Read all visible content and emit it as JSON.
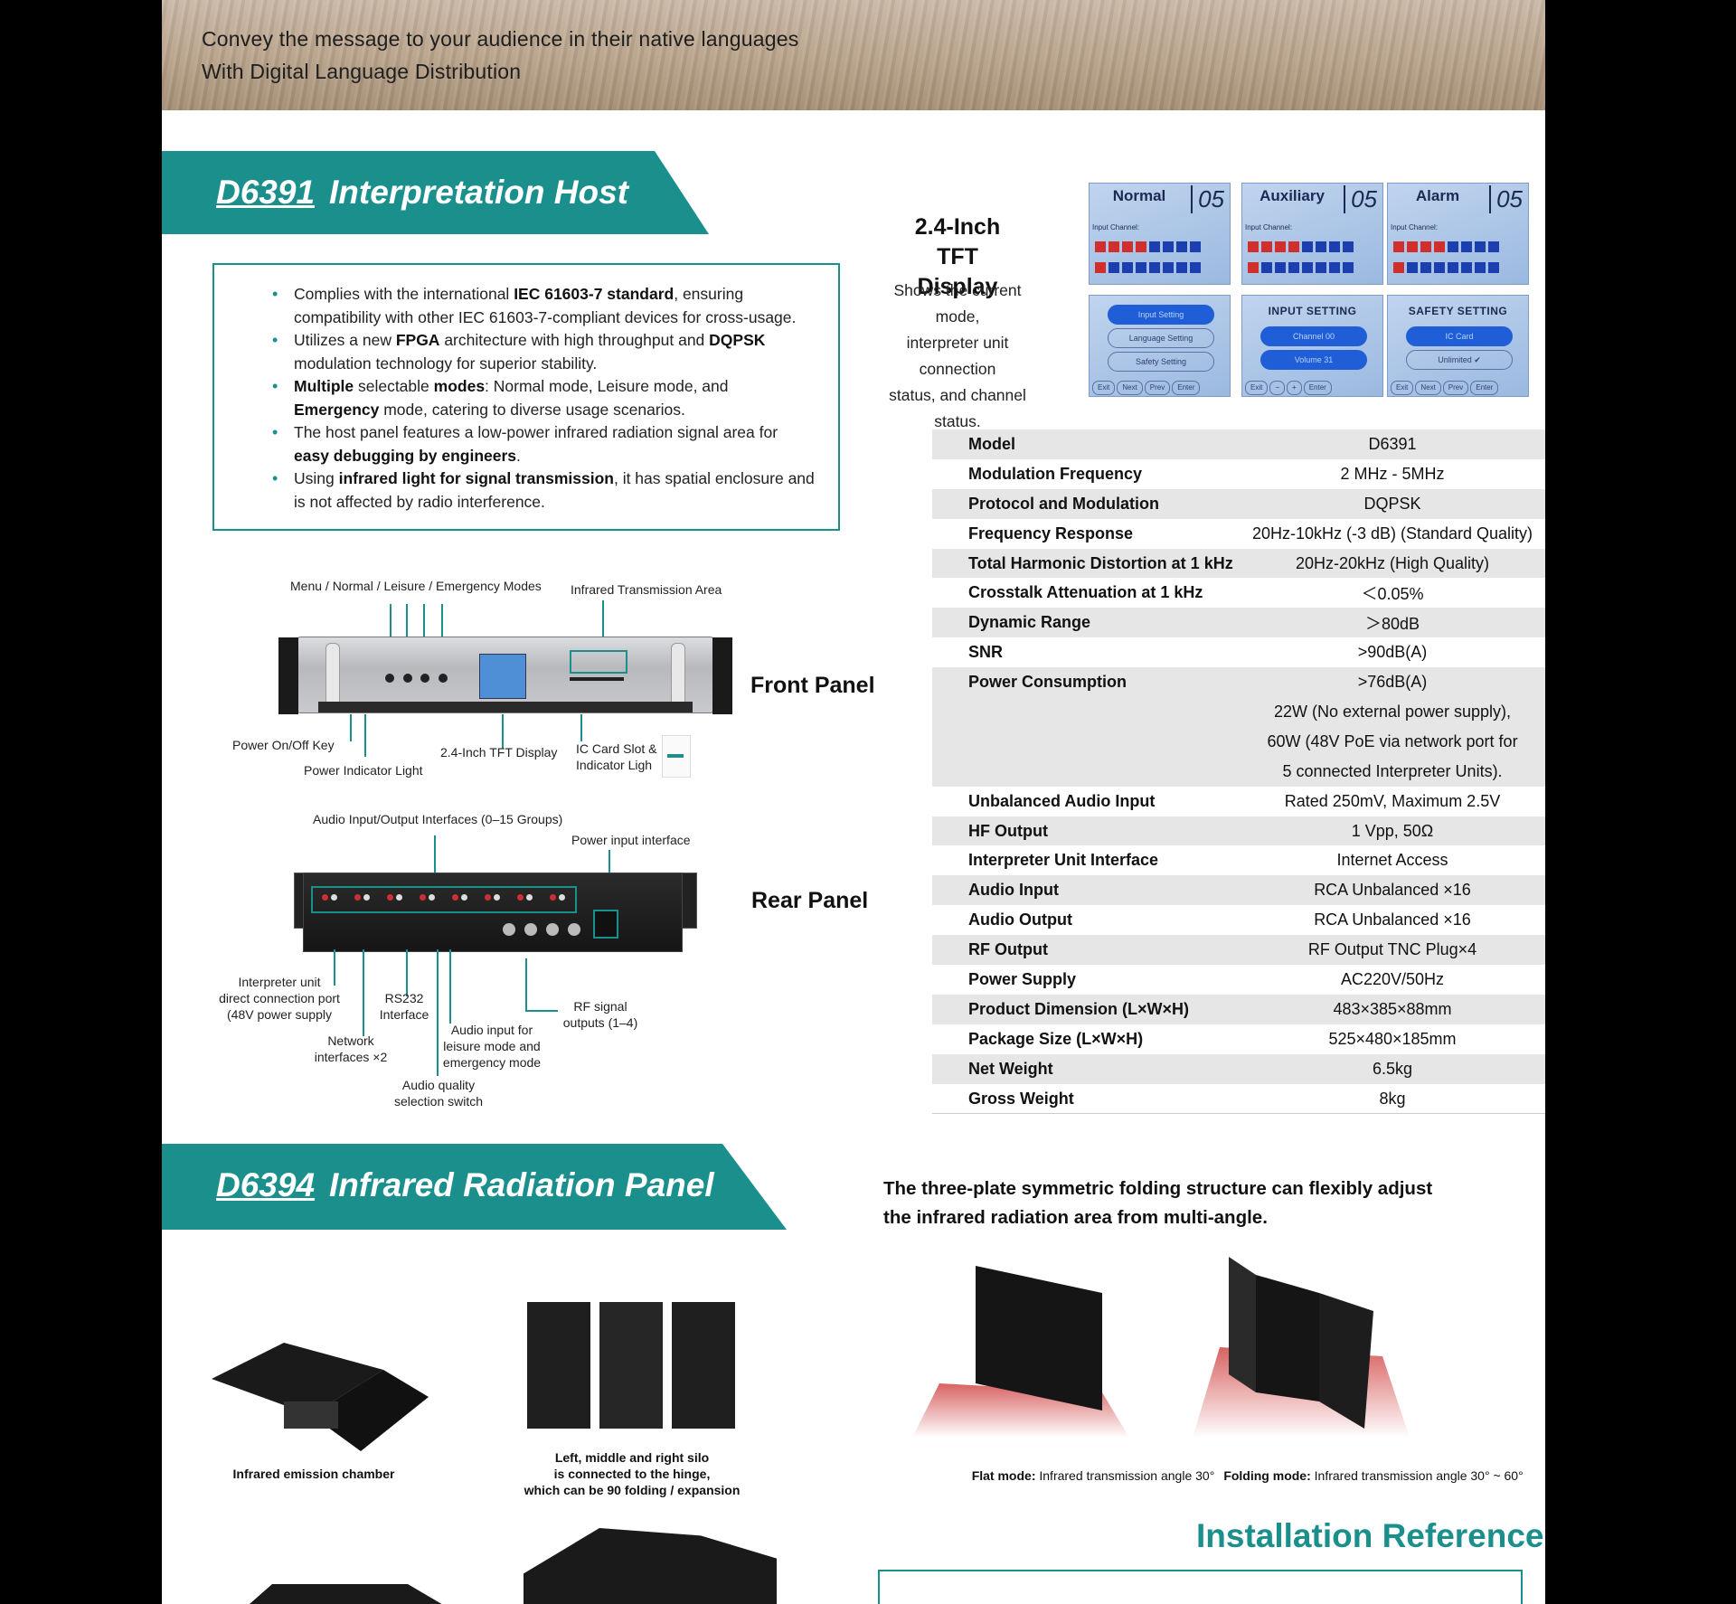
{
  "banner": {
    "line1": "Convey the message to your audience in their native languages",
    "line2": "With Digital Language Distribution"
  },
  "host": {
    "model": "D6391",
    "title": "Interpretation Host",
    "features": [
      {
        "pre": "Complies with the international ",
        "bold": "IEC 61603-7 standard",
        "post": ", ensuring compatibility with other IEC 61603-7-compliant devices for cross-usage."
      },
      {
        "pre": "Utilizes a new ",
        "bold": "FPGA",
        "mid": " architecture with high throughput and ",
        "bold2": "DQPSK",
        "post": " modulation technology for superior stability."
      },
      {
        "pre": "",
        "bold": "Multiple",
        "mid": " selectable ",
        "bold2": "modes",
        "post": ": Normal mode, Leisure mode, and ",
        "bold3": "Emergency",
        "post2": " mode, catering to diverse usage scenarios."
      },
      {
        "pre": "The host panel features a low-power infrared radiation signal area for ",
        "bold": "easy debugging by engineers",
        "post": "."
      },
      {
        "pre": "Using ",
        "bold": "infrared light for signal transmission",
        "post": ", it has spatial enclosure and is not affected by radio interference."
      }
    ],
    "front_panel": {
      "title": "Front Panel",
      "labels": {
        "modes": "Menu / Normal / Leisure / Emergency Modes",
        "infrared_area": "Infrared Transmission Area",
        "power_key": "Power On/Off Key",
        "power_light": "Power Indicator Light",
        "tft": "2.4-Inch TFT Display",
        "ic_card_1": "IC Card Slot &",
        "ic_card_2": "Indicator Ligh"
      }
    },
    "rear_panel": {
      "title": "Rear Panel",
      "labels": {
        "audio_io": "Audio Input/Output Interfaces (0–15 Groups)",
        "power_input": "Power input interface",
        "interpreter_port_1": "Interpreter unit",
        "interpreter_port_2": "direct connection port",
        "interpreter_port_3": "(48V power supply",
        "rs232_1": "RS232",
        "rs232_2": "Interface",
        "network_1": "Network",
        "network_2": "interfaces ×2",
        "audio_leisure_1": "Audio input for",
        "audio_leisure_2": "leisure mode and",
        "audio_leisure_3": "emergency mode",
        "audio_quality_1": "Audio quality",
        "audio_quality_2": "selection switch",
        "rf_1": "RF signal",
        "rf_2": "outputs (1–4)"
      }
    },
    "tft_display": {
      "title_1": "2.4-Inch",
      "title_2": "TFT Display",
      "desc_1": "Shows the current mode,",
      "desc_2": "interpreter unit connection",
      "desc_3": "status, and channel status.",
      "screens": [
        {
          "mode": "Normal",
          "num": "05"
        },
        {
          "mode": "Auxiliary",
          "num": "05"
        },
        {
          "mode": "Alarm",
          "num": "05"
        }
      ],
      "input_channel_label": "Input Channel:",
      "menu1": {
        "items": [
          "Input Setting",
          "Language Setting",
          "Safety Setting"
        ],
        "buttons": [
          "Exit",
          "Next",
          "Prev",
          "Enter"
        ]
      },
      "menu2": {
        "title": "INPUT SETTING",
        "items": [
          "Channel  00",
          "Volume   31"
        ],
        "buttons": [
          "Exit",
          "−",
          "+",
          "Enter"
        ]
      },
      "menu3": {
        "title": "SAFETY SETTING",
        "items": [
          "IC Card",
          "Unlimited ✔"
        ],
        "buttons": [
          "Exit",
          "Next",
          "Prev",
          "Enter"
        ]
      }
    },
    "specs": [
      {
        "k": "Model",
        "v": "D6391"
      },
      {
        "k": "Modulation Frequency",
        "v": "2 MHz - 5MHz"
      },
      {
        "k": "Protocol and Modulation",
        "v": "DQPSK"
      },
      {
        "k": "Frequency Response",
        "v": "20Hz-10kHz (-3 dB) (Standard Quality)"
      },
      {
        "k": "Total Harmonic Distortion at 1 kHz",
        "v": "20Hz-20kHz (High Quality)"
      },
      {
        "k": "Crosstalk Attenuation at 1 kHz",
        "v": "＜0.05%"
      },
      {
        "k": "Dynamic Range",
        "v": "＞80dB"
      },
      {
        "k": "SNR",
        "v": ">90dB(A)"
      },
      {
        "k": "Power Consumption",
        "v": ">76dB(A)"
      },
      {
        "k": "",
        "v": "22W (No external power supply),"
      },
      {
        "k": "",
        "v": "60W (48V PoE via network port for"
      },
      {
        "k": "",
        "v": "5 connected Interpreter Units)."
      },
      {
        "k": "Unbalanced Audio Input",
        "v": "Rated 250mV, Maximum 2.5V"
      },
      {
        "k": "HF Output",
        "v": "1 Vpp, 50Ω"
      },
      {
        "k": "Interpreter Unit Interface",
        "v": "Internet Access"
      },
      {
        "k": "Audio Input",
        "v": "RCA Unbalanced ×16"
      },
      {
        "k": "Audio Output",
        "v": "RCA Unbalanced ×16"
      },
      {
        "k": "RF Output",
        "v": "RF Output TNC Plug×4"
      },
      {
        "k": "Power Supply",
        "v": "AC220V/50Hz"
      },
      {
        "k": "Product Dimension (L×W×H)",
        "v": "483×385×88mm"
      },
      {
        "k": "Package Size (L×W×H)",
        "v": "525×480×185mm"
      },
      {
        "k": "Net Weight",
        "v": "6.5kg"
      },
      {
        "k": "Gross Weight",
        "v": "8kg"
      }
    ]
  },
  "panel": {
    "model": "D6394",
    "title": "Infrared Radiation Panel",
    "desc_1": "The three-plate symmetric folding structure can flexibly adjust",
    "desc_2": "the infrared radiation area from multi-angle.",
    "captions": {
      "chamber": "Infrared emission chamber",
      "silo_1": "Left, middle and right silo",
      "silo_2": "is connected to the hinge,",
      "silo_3": "which can be 90 folding / expansion",
      "flat_bold": "Flat mode:",
      "flat_rest": " Infrared transmission angle 30°",
      "fold_bold": "Folding mode:",
      "fold_rest": " Infrared transmission angle 30° ~ 60°"
    },
    "install_title": "Installation Reference"
  }
}
